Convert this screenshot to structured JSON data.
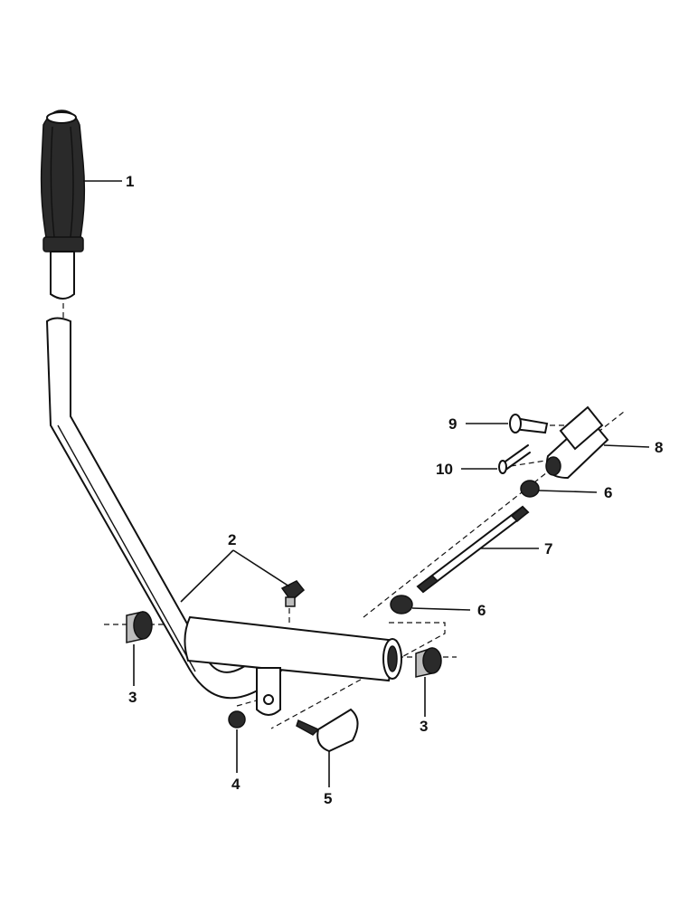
{
  "callouts": {
    "c1": "1",
    "c2": "2",
    "c3a": "3",
    "c3b": "3",
    "c4": "4",
    "c5": "5",
    "c6a": "6",
    "c6b": "6",
    "c7": "7",
    "c8": "8",
    "c9": "9",
    "c10": "10"
  }
}
